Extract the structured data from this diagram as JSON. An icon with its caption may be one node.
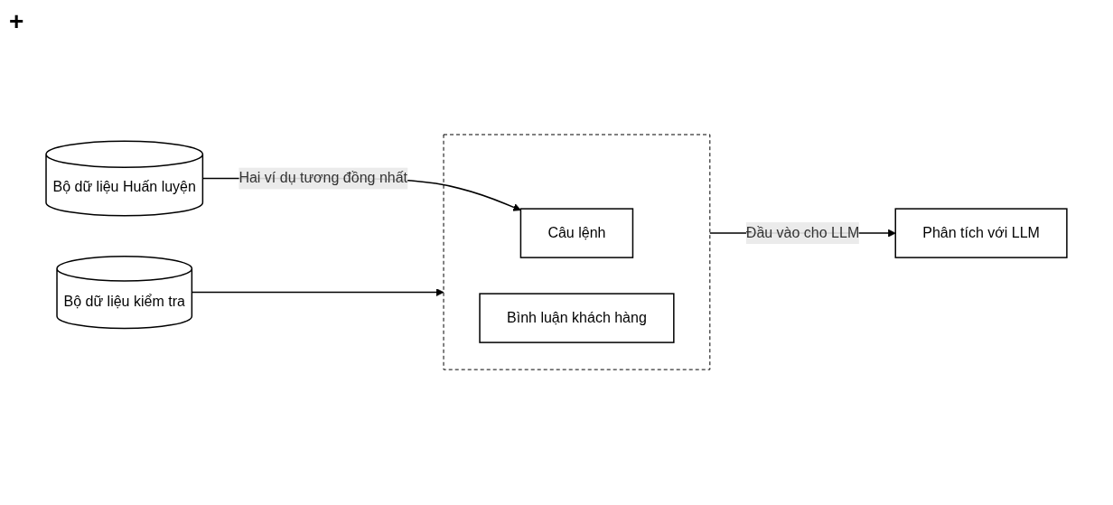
{
  "diagram": {
    "nodes": [
      {
        "text": [],
        "shape": "box"
      },
      {
        "text": [
          "Câu lệnh"
        ],
        "in": 0
      },
      {
        "text": [
          "Bình luận khách hàng"
        ],
        "in": 0
      },
      {
        "text": [
          "Bộ dữ liệu Huấn luyện"
        ]
      },
      {
        "text": [
          "Phân tích với LLM"
        ]
      },
      {
        "text": [
          "Bộ dữ liệu kiểm tra"
        ]
      }
    ],
    "edges": [
      {
        "from": 3,
        "to": 1,
        "arrow": "to",
        "label": "Hai ví dụ tương đồng nhất"
      },
      {
        "from": 0,
        "to": 4,
        "arrow": "to",
        "label": "Đầu vào cho LLM"
      },
      {
        "from": 5,
        "to": 0,
        "arrow": "to"
      }
    ],
    "labels": [
      "+"
    ]
  }
}
